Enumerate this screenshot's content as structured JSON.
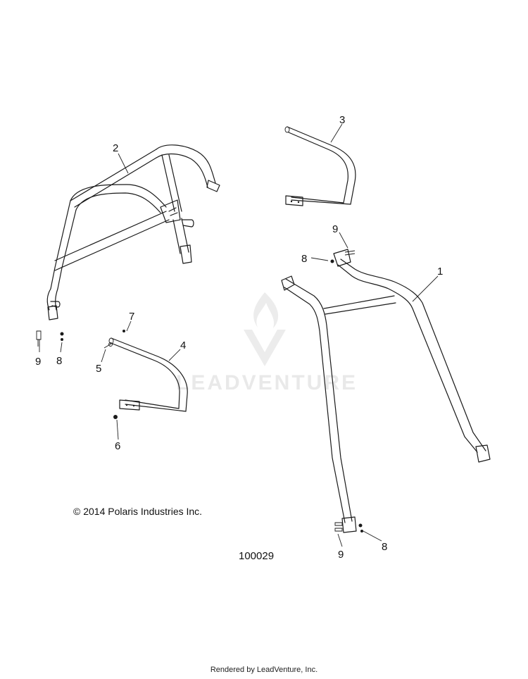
{
  "watermark": {
    "brand": "LEADVENTURE",
    "icon": "flame-chevron-logo"
  },
  "callouts": {
    "c1": "1",
    "c2": "2",
    "c3": "3",
    "c4": "4",
    "c5": "5",
    "c6": "6",
    "c7": "7",
    "c8a": "8",
    "c8b": "8",
    "c8c": "8",
    "c9a": "9",
    "c9b": "9",
    "c9c": "9"
  },
  "copyright": "© 2014 Polaris Industries Inc.",
  "drawing_number": "100029",
  "footer": "Rendered by LeadVenture, Inc."
}
